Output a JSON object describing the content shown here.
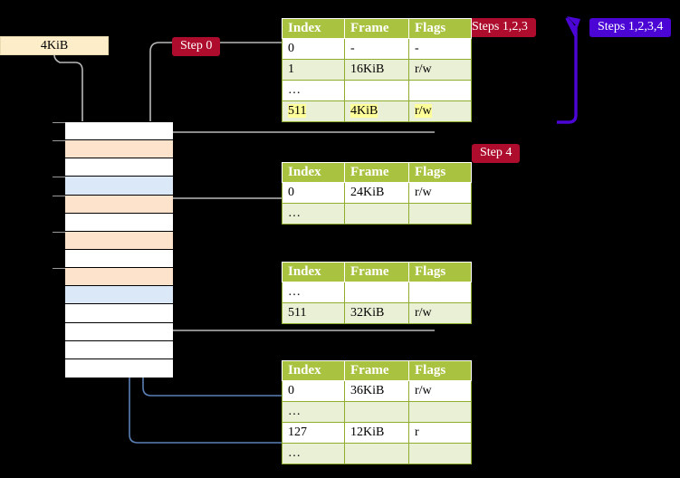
{
  "diagram": {
    "title_hidden": "Page table walk diagram",
    "background": "#000000"
  },
  "memory": {
    "size_label": "4KiB",
    "rows": [
      {
        "index": 0,
        "fill": "white"
      },
      {
        "index": 1,
        "fill": "orange"
      },
      {
        "index": 2,
        "fill": "white"
      },
      {
        "index": 3,
        "fill": "blue"
      },
      {
        "index": 4,
        "fill": "orange"
      },
      {
        "index": 5,
        "fill": "white"
      },
      {
        "index": 6,
        "fill": "orange"
      },
      {
        "index": 7,
        "fill": "white"
      },
      {
        "index": 8,
        "fill": "orange"
      },
      {
        "index": 9,
        "fill": "blue"
      },
      {
        "index": 10,
        "fill": "white"
      },
      {
        "index": 11,
        "fill": "white"
      },
      {
        "index": 12,
        "fill": "white"
      },
      {
        "index": 13,
        "fill": "white"
      }
    ],
    "colors": {
      "orange": "#fde2cc",
      "blue": "#dbe8f7",
      "white": "#ffffff"
    }
  },
  "badges": [
    {
      "id": "step0",
      "label": "Step 0",
      "color": "#ad0c2c",
      "text_color": "#ffffff"
    },
    {
      "id": "steps123",
      "label": "Steps 1,2,3",
      "color": "#ad0c2c",
      "text_color": "#ffffff"
    },
    {
      "id": "steps1234",
      "label": "Steps 1,2,3,4",
      "color": "#4b06d6",
      "text_color": "#ffffff"
    },
    {
      "id": "step4",
      "label": "Step 4",
      "color": "#ad0c2c",
      "text_color": "#ffffff"
    }
  ],
  "tables": [
    {
      "id": "pml4",
      "headers": [
        "Index",
        "Frame",
        "Flags"
      ],
      "rows": [
        {
          "cells": [
            "0",
            "-",
            "-"
          ],
          "style": "plain",
          "highlight": false
        },
        {
          "cells": [
            "1",
            "16KiB",
            "r/w"
          ],
          "style": "alt",
          "highlight": false
        },
        {
          "cells": [
            "…",
            "",
            ""
          ],
          "style": "plain",
          "highlight": false
        },
        {
          "cells": [
            "511",
            "4KiB",
            "r/w"
          ],
          "style": "alt",
          "highlight": true
        }
      ]
    },
    {
      "id": "pdpt",
      "headers": [
        "Index",
        "Frame",
        "Flags"
      ],
      "rows": [
        {
          "cells": [
            "0",
            "24KiB",
            "r/w"
          ],
          "style": "plain",
          "highlight": false
        },
        {
          "cells": [
            "…",
            "",
            ""
          ],
          "style": "alt",
          "highlight": false
        }
      ]
    },
    {
      "id": "pd",
      "headers": [
        "Index",
        "Frame",
        "Flags"
      ],
      "rows": [
        {
          "cells": [
            "…",
            "",
            ""
          ],
          "style": "plain",
          "highlight": false
        },
        {
          "cells": [
            "511",
            "32KiB",
            "r/w"
          ],
          "style": "alt",
          "highlight": false
        }
      ]
    },
    {
      "id": "pt",
      "headers": [
        "Index",
        "Frame",
        "Flags"
      ],
      "rows": [
        {
          "cells": [
            "0",
            "36KiB",
            "r/w"
          ],
          "style": "plain",
          "highlight": false
        },
        {
          "cells": [
            "…",
            "",
            ""
          ],
          "style": "alt",
          "highlight": false
        },
        {
          "cells": [
            "127",
            "12KiB",
            "r"
          ],
          "style": "plain",
          "highlight": false
        },
        {
          "cells": [
            "…",
            "",
            ""
          ],
          "style": "alt",
          "highlight": false
        }
      ]
    }
  ],
  "wire_colors": {
    "gray": "#b0b0b0",
    "blue": "#5a7fb5",
    "purple": "#4b06d6"
  }
}
